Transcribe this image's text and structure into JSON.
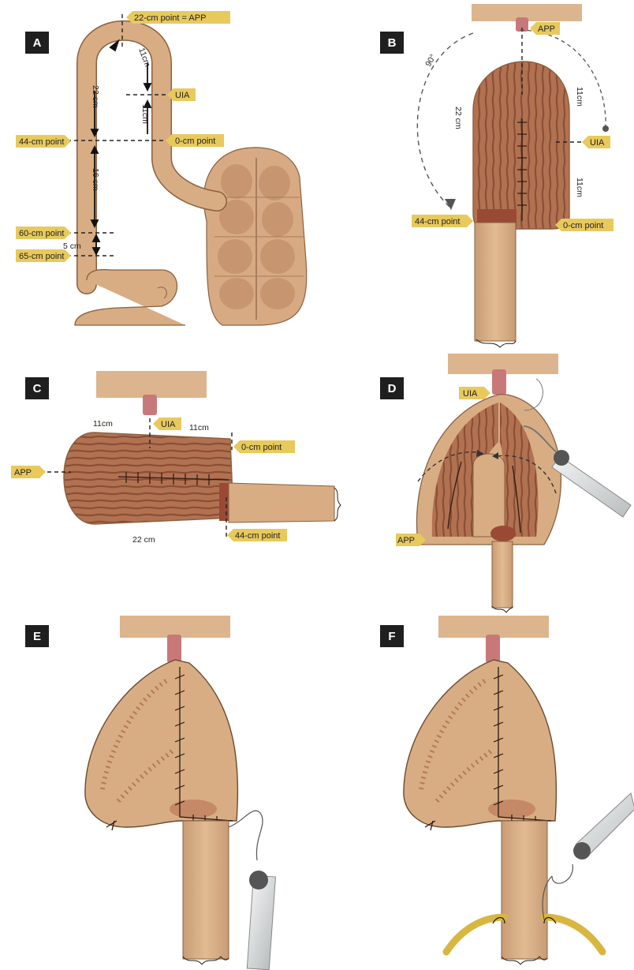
{
  "colors": {
    "tag_fill": "#e8c95c",
    "badge_fill": "#1f1f1f",
    "bowel": "#d8ad84",
    "bowel_edge": "#8a6040",
    "mucosa": "#b77a5a",
    "mucosa_dark": "#9a5a40",
    "abdominal_wall": "#dcb58e",
    "esophagus": "#c9787a",
    "instrument": "#d9dcdc",
    "ring": "#d8b640"
  },
  "panels": {
    "a": {
      "badge": "A",
      "tags": {
        "app": "22-cm point = APP",
        "uia": "UIA",
        "p44": "44-cm point",
        "p0": "0-cm point",
        "p60": "60-cm point",
        "p65": "65-cm point"
      },
      "measurements": {
        "m22": "22 cm",
        "m11a": "11cm",
        "m11b": "11cm",
        "m16": "16 cm",
        "m5": "5 cm"
      }
    },
    "b": {
      "badge": "B",
      "tags": {
        "app": "APP",
        "uia": "UIA",
        "p44": "44-cm point",
        "p0": "0-cm point"
      },
      "measurements": {
        "angle": "90°",
        "m22": "22 cm",
        "m11a": "11cm",
        "m11b": "11cm"
      }
    },
    "c": {
      "badge": "C",
      "tags": {
        "uia": "UIA",
        "app": "APP",
        "p0": "0-cm point",
        "p44": "44-cm point"
      },
      "measurements": {
        "m11a": "11cm",
        "m11b": "11cm",
        "m22": "22 cm"
      }
    },
    "d": {
      "badge": "D",
      "tags": {
        "uia": "UIA",
        "app": "APP"
      }
    },
    "e": {
      "badge": "E"
    },
    "f": {
      "badge": "F"
    }
  }
}
